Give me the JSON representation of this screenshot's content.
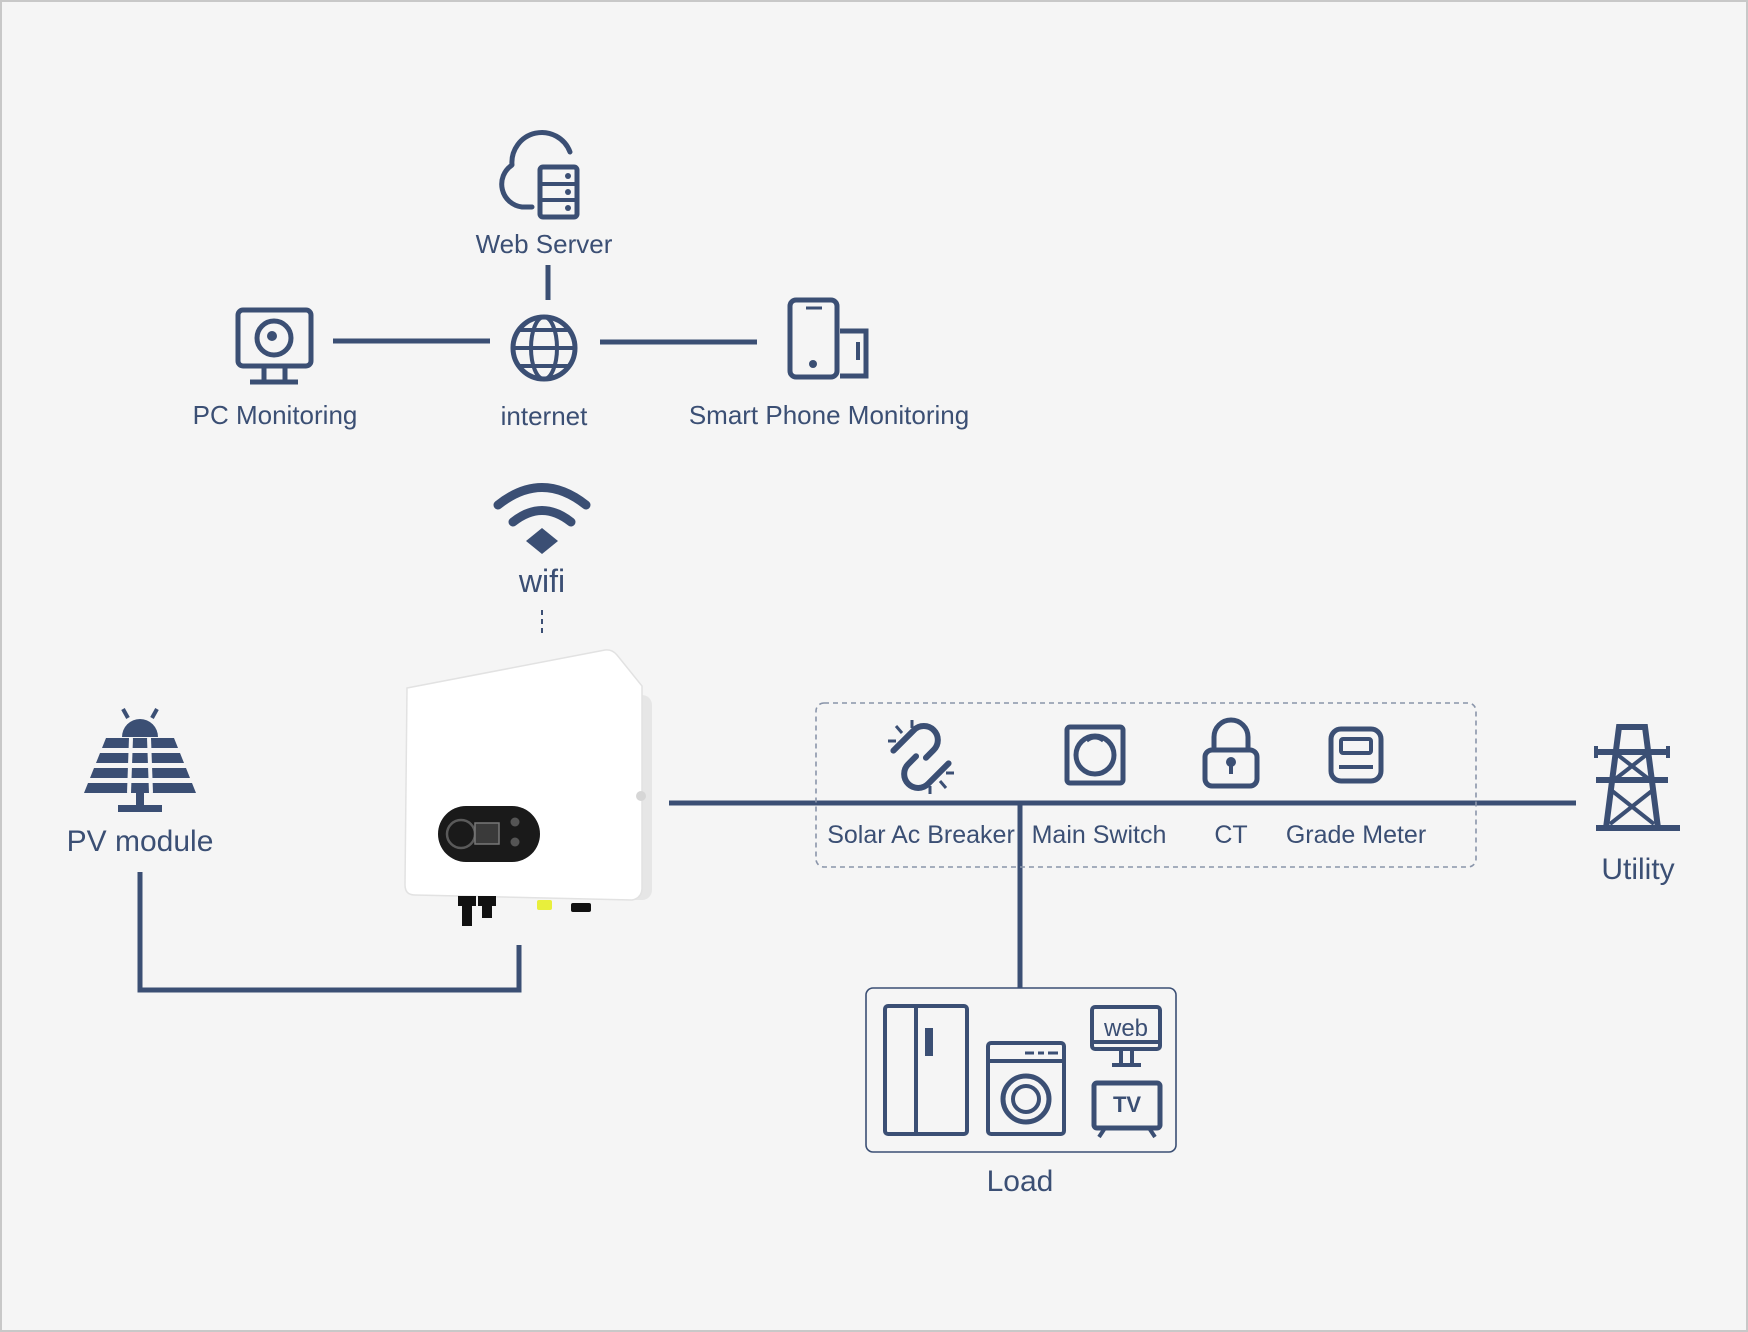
{
  "nodes": {
    "web_server": "Web Server",
    "internet": "internet",
    "pc_monitoring": "PC Monitoring",
    "smart_phone": "Smart Phone Monitoring",
    "wifi": "wifi",
    "pv_module": "PV module",
    "utility": "Utility",
    "load": "Load"
  },
  "components": {
    "solar_ac_breaker": "Solar Ac Breaker",
    "main_switch": "Main Switch",
    "ct": "CT",
    "grade_meter": "Grade Meter"
  },
  "load_panel": {
    "monitor_text": "web",
    "tv_text": "TV"
  },
  "colors": {
    "line": "#3b4f74",
    "background": "#f5f5f5",
    "inverter_body": "#ffffff",
    "inverter_display": "#1a1a1a"
  },
  "icons": [
    "cloud-server-icon",
    "globe-icon",
    "monitor-icon",
    "smartphone-icon",
    "wifi-icon",
    "solar-panel-icon",
    "broken-link-icon",
    "switch-icon",
    "lock-icon",
    "meter-icon",
    "power-tower-icon",
    "refrigerator-icon",
    "washing-machine-icon",
    "tv-icon"
  ]
}
